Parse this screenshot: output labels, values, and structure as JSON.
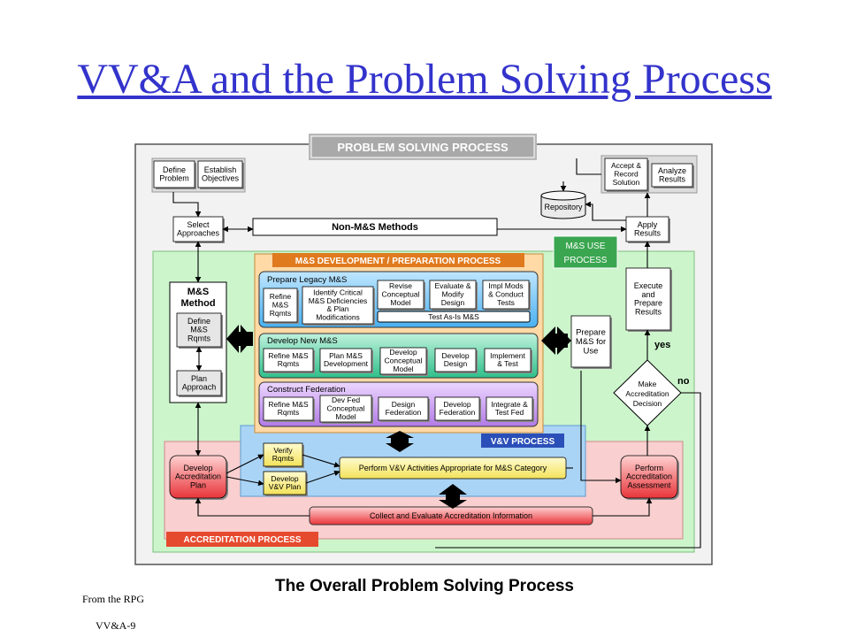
{
  "slide": {
    "title": "VV&A and the Problem Solving Process",
    "caption": "The Overall Problem Solving Process",
    "source": "From the RPG",
    "slide_number": "VV&A-9"
  },
  "diagram": {
    "header": "PROBLEM SOLVING PROCESS",
    "define_problem": [
      "Define",
      "Problem"
    ],
    "establish_objectives": [
      "Establish",
      "Objectives"
    ],
    "accept_record": [
      "Accept &",
      "Record",
      "Solution"
    ],
    "analyze_results": [
      "Analyze",
      "Results"
    ],
    "repository": "Repository",
    "select_approaches": [
      "Select",
      "Approaches"
    ],
    "non_ms": "Non-M&S Methods",
    "apply_results": [
      "Apply",
      "Results"
    ],
    "ms_use": [
      "M&S USE",
      "PROCESS"
    ],
    "ms_dev_header": "M&S DEVELOPMENT / PREPARATION PROCESS",
    "ms_method": [
      "M&S",
      "Method"
    ],
    "define_ms": [
      "Define",
      "M&S",
      "Rqmts"
    ],
    "plan_approach": [
      "Plan",
      "Approach"
    ],
    "legacy": {
      "label": "Prepare Legacy M&S",
      "refine": [
        "Refine",
        "M&S",
        "Rqmts"
      ],
      "identify": [
        "Identify Critical",
        "M&S Deficiencies",
        "& Plan",
        "Modifications"
      ],
      "revise": [
        "Revise",
        "Conceptual",
        "Model"
      ],
      "evaluate": [
        "Evaluate &",
        "Modify",
        "Design"
      ],
      "impl": [
        "Impl Mods",
        "& Conduct",
        "Tests"
      ],
      "test": "Test As-Is M&S"
    },
    "newms": {
      "label": "Develop New M&S",
      "refine": [
        "Refine M&S",
        "Rqmts"
      ],
      "plan": [
        "Plan M&S",
        "Development"
      ],
      "concept": [
        "Develop",
        "Conceptual",
        "Model"
      ],
      "design": [
        "Develop",
        "Design"
      ],
      "implement": [
        "Implement",
        "& Test"
      ]
    },
    "fed": {
      "label": "Construct Federation",
      "refine": [
        "Refine M&S",
        "Rqmts"
      ],
      "devfed": [
        "Dev Fed",
        "Conceptual",
        "Model"
      ],
      "design": [
        "Design",
        "Federation"
      ],
      "develop": [
        "Develop",
        "Federation"
      ],
      "integrate": [
        "Integrate &",
        "Test Fed"
      ]
    },
    "prepare_use": [
      "Prepare",
      "M&S for",
      "Use"
    ],
    "execute": [
      "Execute",
      "and",
      "Prepare",
      "Results"
    ],
    "decision": [
      "Make",
      "Accreditation",
      "Decision"
    ],
    "yes": "yes",
    "no": "no",
    "vv_header": "V&V PROCESS",
    "verify": [
      "Verify",
      "Rqmts"
    ],
    "develop_vv": [
      "Develop",
      "V&V Plan"
    ],
    "perform_vv": "Perform V&V Activities Appropriate for M&S Category",
    "develop_accred": [
      "Develop",
      "Accreditation",
      "Plan"
    ],
    "perform_accred": [
      "Perform",
      "Accreditation",
      "Assessment"
    ],
    "collect": "Collect and Evaluate Accreditation Information",
    "accred_header": "ACCREDITATION PROCESS",
    "colors": {
      "outer_bg": "#f2f2f2",
      "use_green": "#ccf5cc",
      "dev_orange": "#ffd9a6",
      "vv_blue": "#aad4f5",
      "accred_pink": "#f9cfcf",
      "header_blue": "#2b4fb8",
      "header_orange": "#e07a1f",
      "header_green": "#3aa650",
      "header_red": "#e64a2e"
    }
  }
}
